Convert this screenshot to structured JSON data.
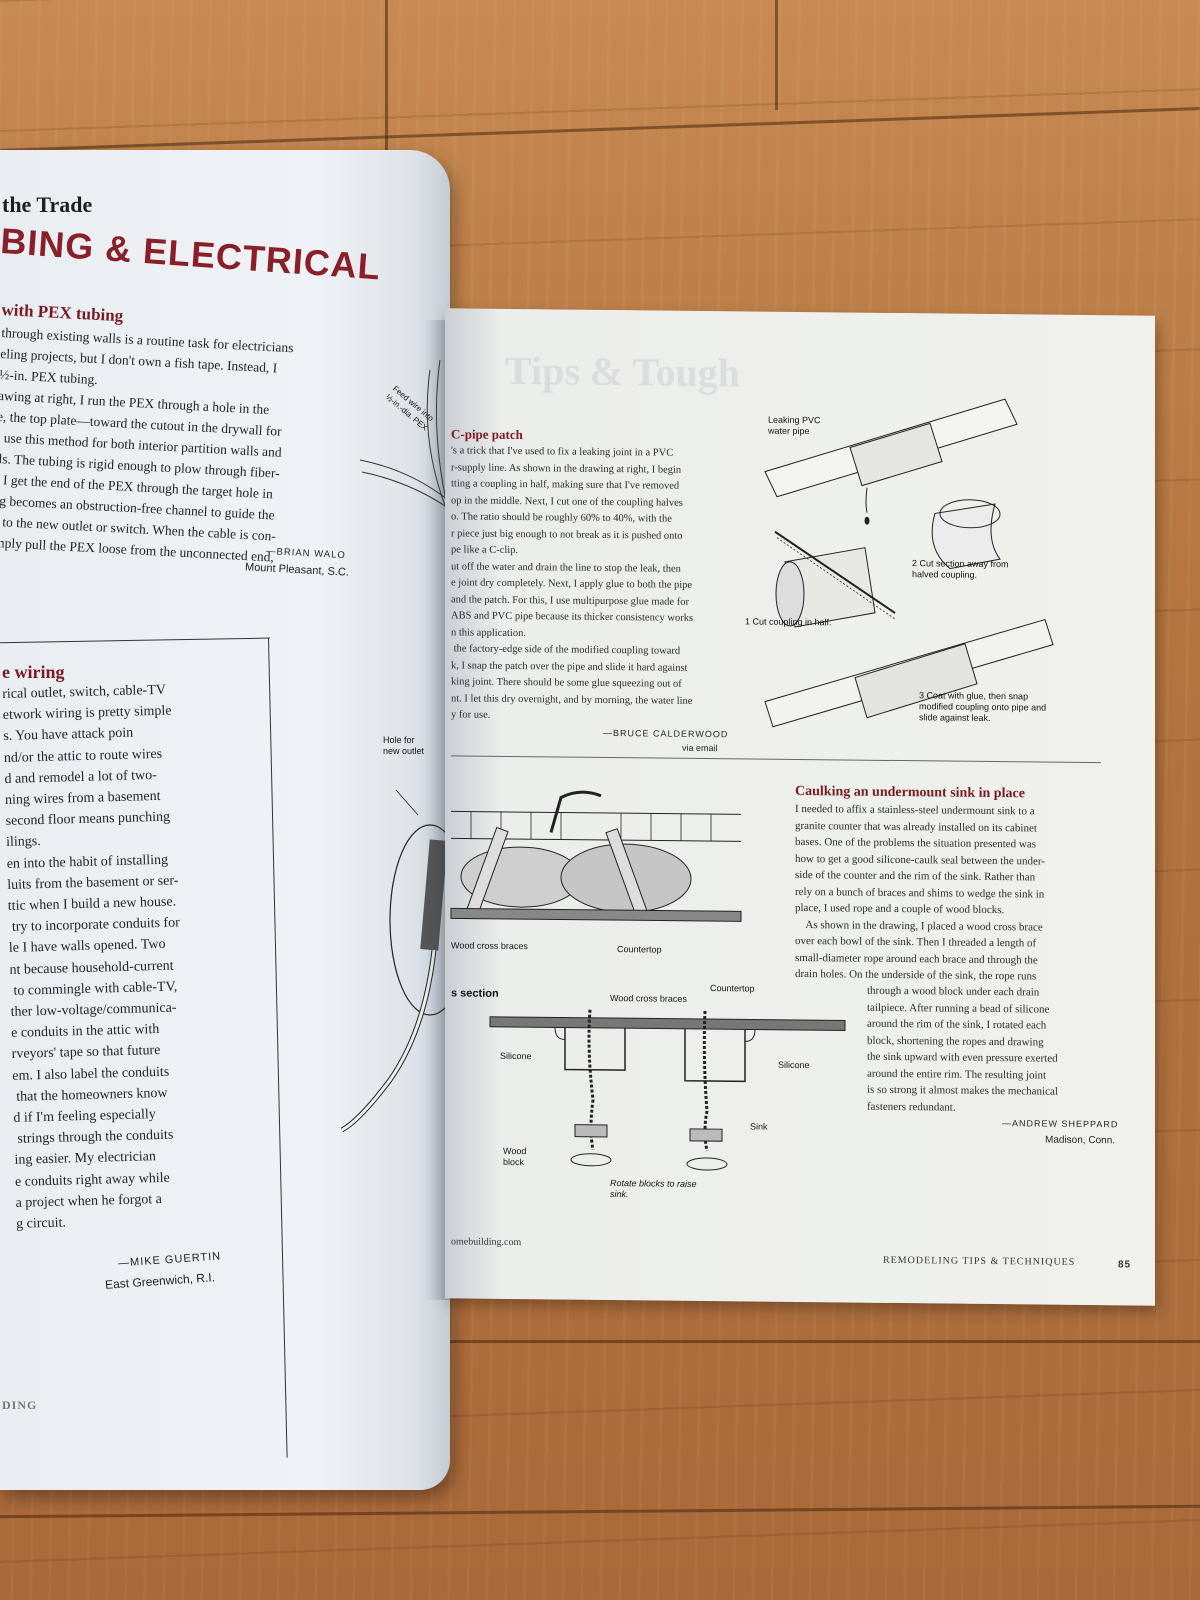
{
  "left_page": {
    "running_title": "the Trade",
    "section_title": "BING & ELECTRICAL",
    "article1": {
      "heading": "with PEX tubing",
      "lines": [
        "through existing walls is a routine task for electricians",
        "eling projects, but I don't own a fish tape. Instead, I",
        "½-in. PEX tubing.",
        "awing at right, I run the PEX through a hole in the",
        "e, the top plate—toward the cutout in the drywall for",
        "I use this method for both interior partition walls and",
        "lls. The tubing is rigid enough to plow through fiber-",
        "e I get the end of the PEX through the target hole in",
        "ng becomes an obstruction-free channel to guide the",
        "ll to the new outlet or switch. When the cable is con-",
        "imply pull the PEX loose from the unconnected end,"
      ],
      "author": "—BRIAN WALO",
      "location": "Mount Pleasant, S.C.",
      "fig_label": "Feed wire into ½-in.-dia. PEX"
    },
    "article2": {
      "heading": "e wiring",
      "lines": [
        "rical outlet, switch, cable-TV",
        "etwork wiring is pretty simple",
        "s. You have attack poin",
        "nd/or the attic to route wires",
        "d and remodel a lot of two-",
        "ning wires from a basement",
        "second floor means punching",
        "ilings.",
        "en into the habit of installing",
        "luits from the basement or ser-",
        "ttic when I build a new house.",
        " try to incorporate conduits for",
        "le I have walls opened. Two",
        "nt because household-current",
        " to commingle with cable-TV,",
        "ther low-voltage/communica-",
        "e conduits in the attic with",
        "rveyors' tape so that future",
        "em. I also label the conduits",
        " that the homeowners know",
        "d if I'm feeling especially",
        " strings through the conduits",
        "ing easier. My electrician",
        "e conduits right away while",
        "a project when he forgot a",
        "g circuit."
      ],
      "author": "—MIKE GUERTIN",
      "location": "East Greenwich, R.I.",
      "fig_label": "Hole for new outlet"
    },
    "footer": "DING"
  },
  "right_page": {
    "ghost_title": "Tips & Tough",
    "article1": {
      "heading": "C-pipe patch",
      "lines": [
        "'s a trick that I've used to fix a leaking joint in a PVC",
        "r-supply line. As shown in the drawing at right, I begin",
        "tting a coupling in half, making sure that I've removed",
        "op in the middle. Next, I cut one of the coupling halves",
        "o. The ratio should be roughly 60% to 40%, with the",
        "r piece just big enough to not break as it is pushed onto",
        "pe like a C-clip.",
        "ut off the water and drain the line to stop the leak, then",
        "e joint dry completely. Next, I apply glue to both the pipe",
        "and the patch. For this, I use multipurpose glue made for",
        "ABS and PVC pipe because its thicker consistency works",
        "n this application.",
        " the factory-edge side of the modified coupling toward",
        "k, I snap the patch over the pipe and slide it hard against",
        "king joint. There should be some glue squeezing out of",
        "nt. I let this dry overnight, and by morning, the water line",
        "y for use."
      ],
      "author": "—BRUCE CALDERWOOD",
      "location": "via email",
      "captions": {
        "leak": "Leaking PVC water pipe",
        "step1": "1 Cut coupling in half.",
        "step2": "2 Cut section away from halved coupling.",
        "step3": "3 Coat with glue, then snap modified coupling onto pipe and slide against leak."
      }
    },
    "article2": {
      "heading": "Caulking an undermount sink in place",
      "lines": [
        "I needed to affix a stainless-steel undermount sink to a",
        "granite counter that was already installed on its cabinet",
        "bases. One of the problems the situation presented was",
        "how to get a good silicone-caulk seal between the under-",
        "side of the counter and the rim of the sink. Rather than",
        "rely on a bunch of braces and shims to wedge the sink in",
        "place, I used rope and a couple of wood blocks.",
        "    As shown in the drawing, I placed a wood cross brace",
        "over each bowl of the sink. Then I threaded a length of",
        "small-diameter rope around each brace and through the",
        "drain holes. On the underside of the sink, the rope runs"
      ],
      "lines_narrow": [
        "through a wood block under each drain",
        "tailpiece. After running a bead of silicone",
        "around the rim of the sink, I rotated each",
        "block, shortening the ropes and drawing",
        "the sink upward with even pressure exerted",
        "around the entire rim. The resulting joint",
        "is so strong it almost makes the mechanical",
        "fasteners redundant."
      ],
      "author": "—ANDREW SHEPPARD",
      "location": "Madison, Conn.",
      "captions": {
        "braces_top": "Wood cross braces",
        "countertop_top": "Countertop",
        "section": "s section",
        "braces_sec": "Wood cross braces",
        "countertop_sec": "Countertop",
        "silicone_l": "Silicone",
        "silicone_r": "Silicone",
        "sink": "Sink",
        "wood_block": "Wood block",
        "rotate": "Rotate blocks to raise sink."
      }
    },
    "footer_left": "omebuilding.com",
    "footer_right": "REMODELING TIPS & TECHNIQUES",
    "page_number": "85"
  }
}
